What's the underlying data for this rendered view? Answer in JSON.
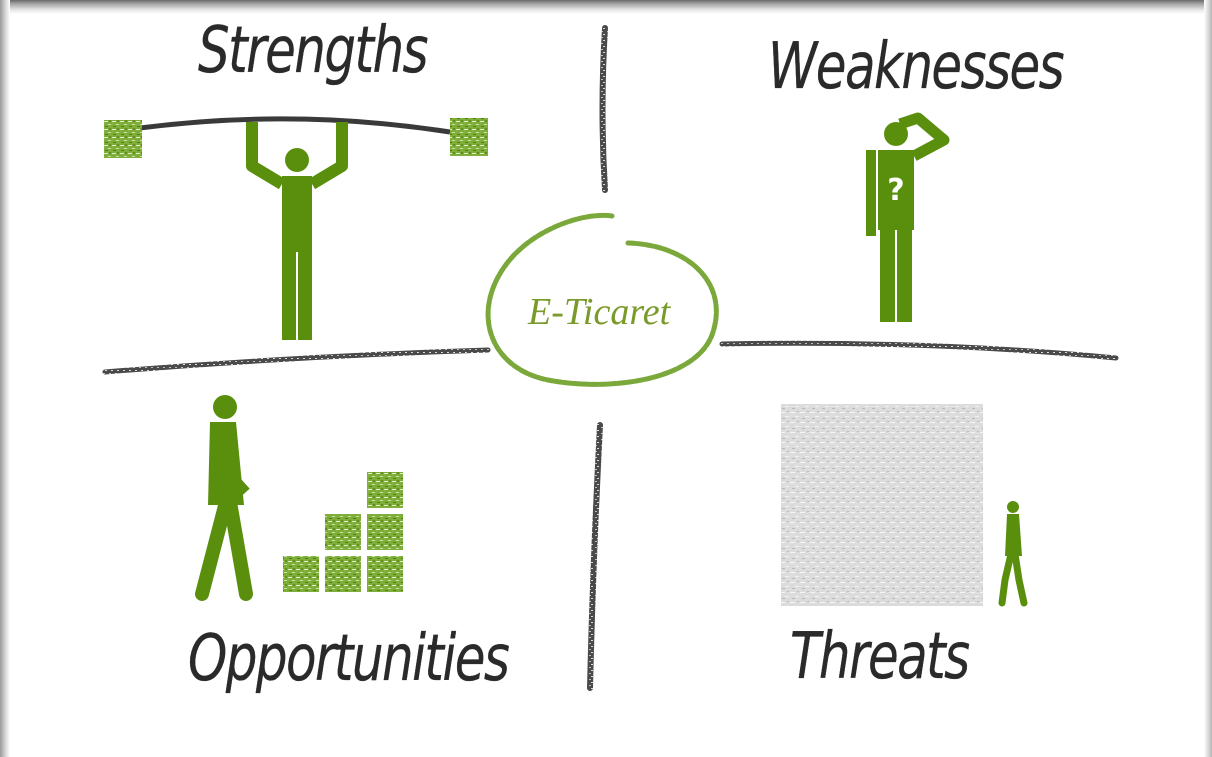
{
  "diagram": {
    "type": "swot",
    "center": "E-Ticaret",
    "quadrants": {
      "strengths": "Strengths",
      "weaknesses": "Weaknesses",
      "opportunities": "Opportunities",
      "threats": "Threats"
    },
    "colors": {
      "accent_green": "#5a8f0e",
      "ink": "#2a2a2a",
      "chalk": "#4a4a4a"
    }
  }
}
